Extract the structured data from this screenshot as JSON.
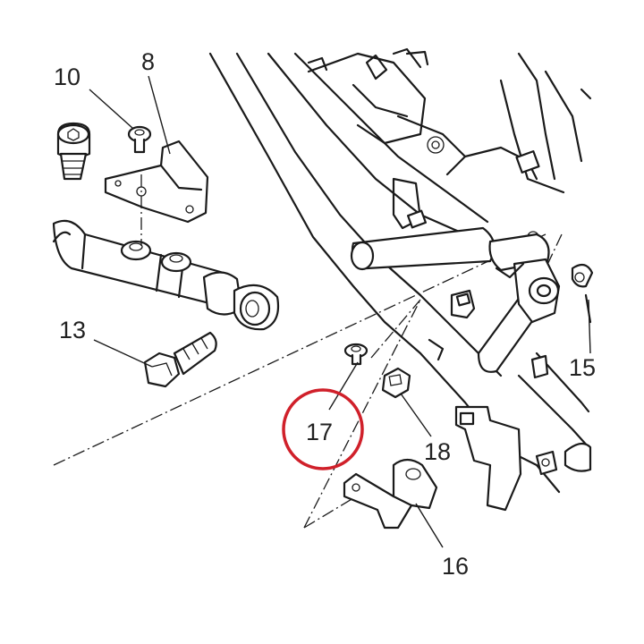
{
  "callouts": {
    "c8": "8",
    "c10": "10",
    "c13": "13",
    "c15": "15",
    "c16": "16",
    "c17": "17",
    "c18": "18"
  },
  "highlight": {
    "target": "17",
    "color": "#d0202a"
  },
  "colors": {
    "line": "#1a1a1a",
    "background": "#ffffff"
  }
}
